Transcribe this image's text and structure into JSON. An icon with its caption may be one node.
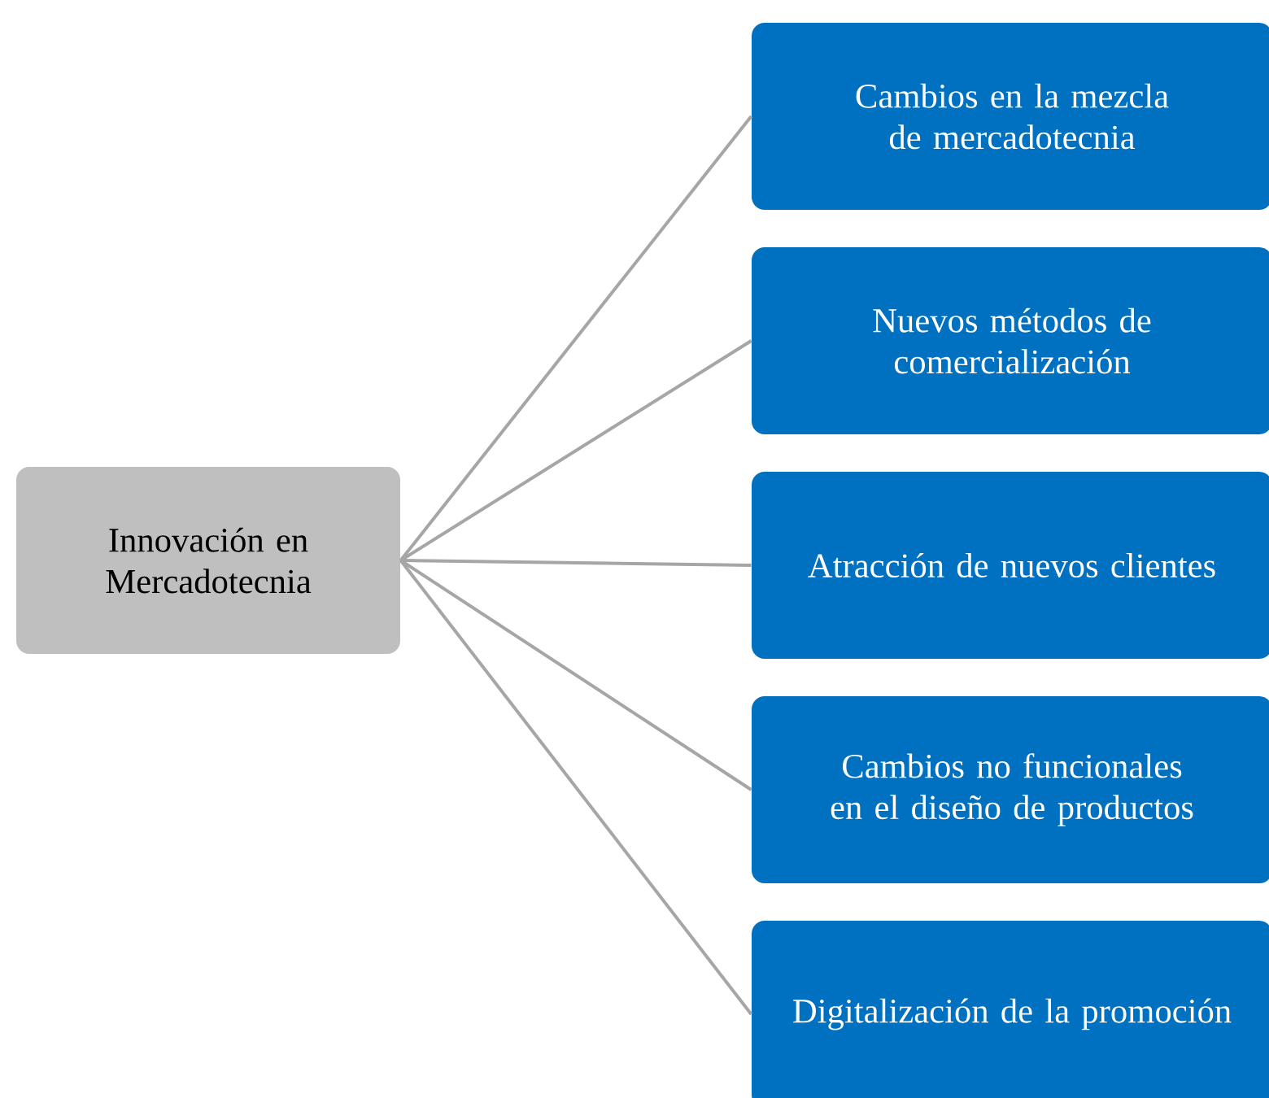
{
  "diagram": {
    "nodes": [
      {
        "text": [
          "Innovación en Mercadotecnia"
        ]
      },
      {
        "text": [
          "Cambios en la mezcla de mercadotecnia"
        ]
      },
      {
        "text": [
          "Nuevos métodos de comercialización"
        ]
      },
      {
        "text": [
          "Atracción de nuevos clientes"
        ]
      },
      {
        "text": [
          "Cambios no funcionales en el diseño de productos"
        ]
      },
      {
        "text": [
          "Digitalización de la promoción"
        ]
      }
    ],
    "edges": [
      {
        "from": 0,
        "to": 1,
        "arrow": "none"
      },
      {
        "from": 0,
        "to": 2,
        "arrow": "none"
      },
      {
        "from": 0,
        "to": 3,
        "arrow": "none"
      },
      {
        "from": 0,
        "to": 4,
        "arrow": "none"
      },
      {
        "from": 0,
        "to": 5,
        "arrow": "none"
      }
    ]
  }
}
